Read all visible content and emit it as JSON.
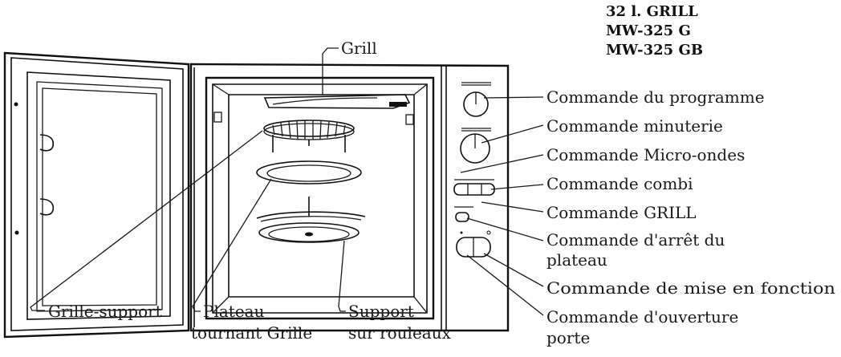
{
  "model": {
    "line1": "32 l. GRILL",
    "line2": "MW-325 G",
    "line3": "MW-325 GB"
  },
  "labels": {
    "grill": "Grill",
    "programme": "Commande du programme",
    "minuterie": "Commande minuterie",
    "micro_ondes": "Commande Micro-ondes",
    "combi": "Commande combi",
    "grill_cmd": "Commande GRILL",
    "arret_line1": "Commande d'arrêt du",
    "arret_line2": "plateau",
    "mise_en_fonction": "Commande de mise en fonction",
    "ouverture_line1": "Commande d'ouverture",
    "ouverture_line2": "porte",
    "grille_support": "Grille-support",
    "plateau_line1": "Plateau",
    "plateau_line2": "tournant Grille",
    "support_line1": "Support",
    "support_line2": "sur rouleaux"
  },
  "icons": {
    "microwave": "microwave-oven-illustration"
  }
}
